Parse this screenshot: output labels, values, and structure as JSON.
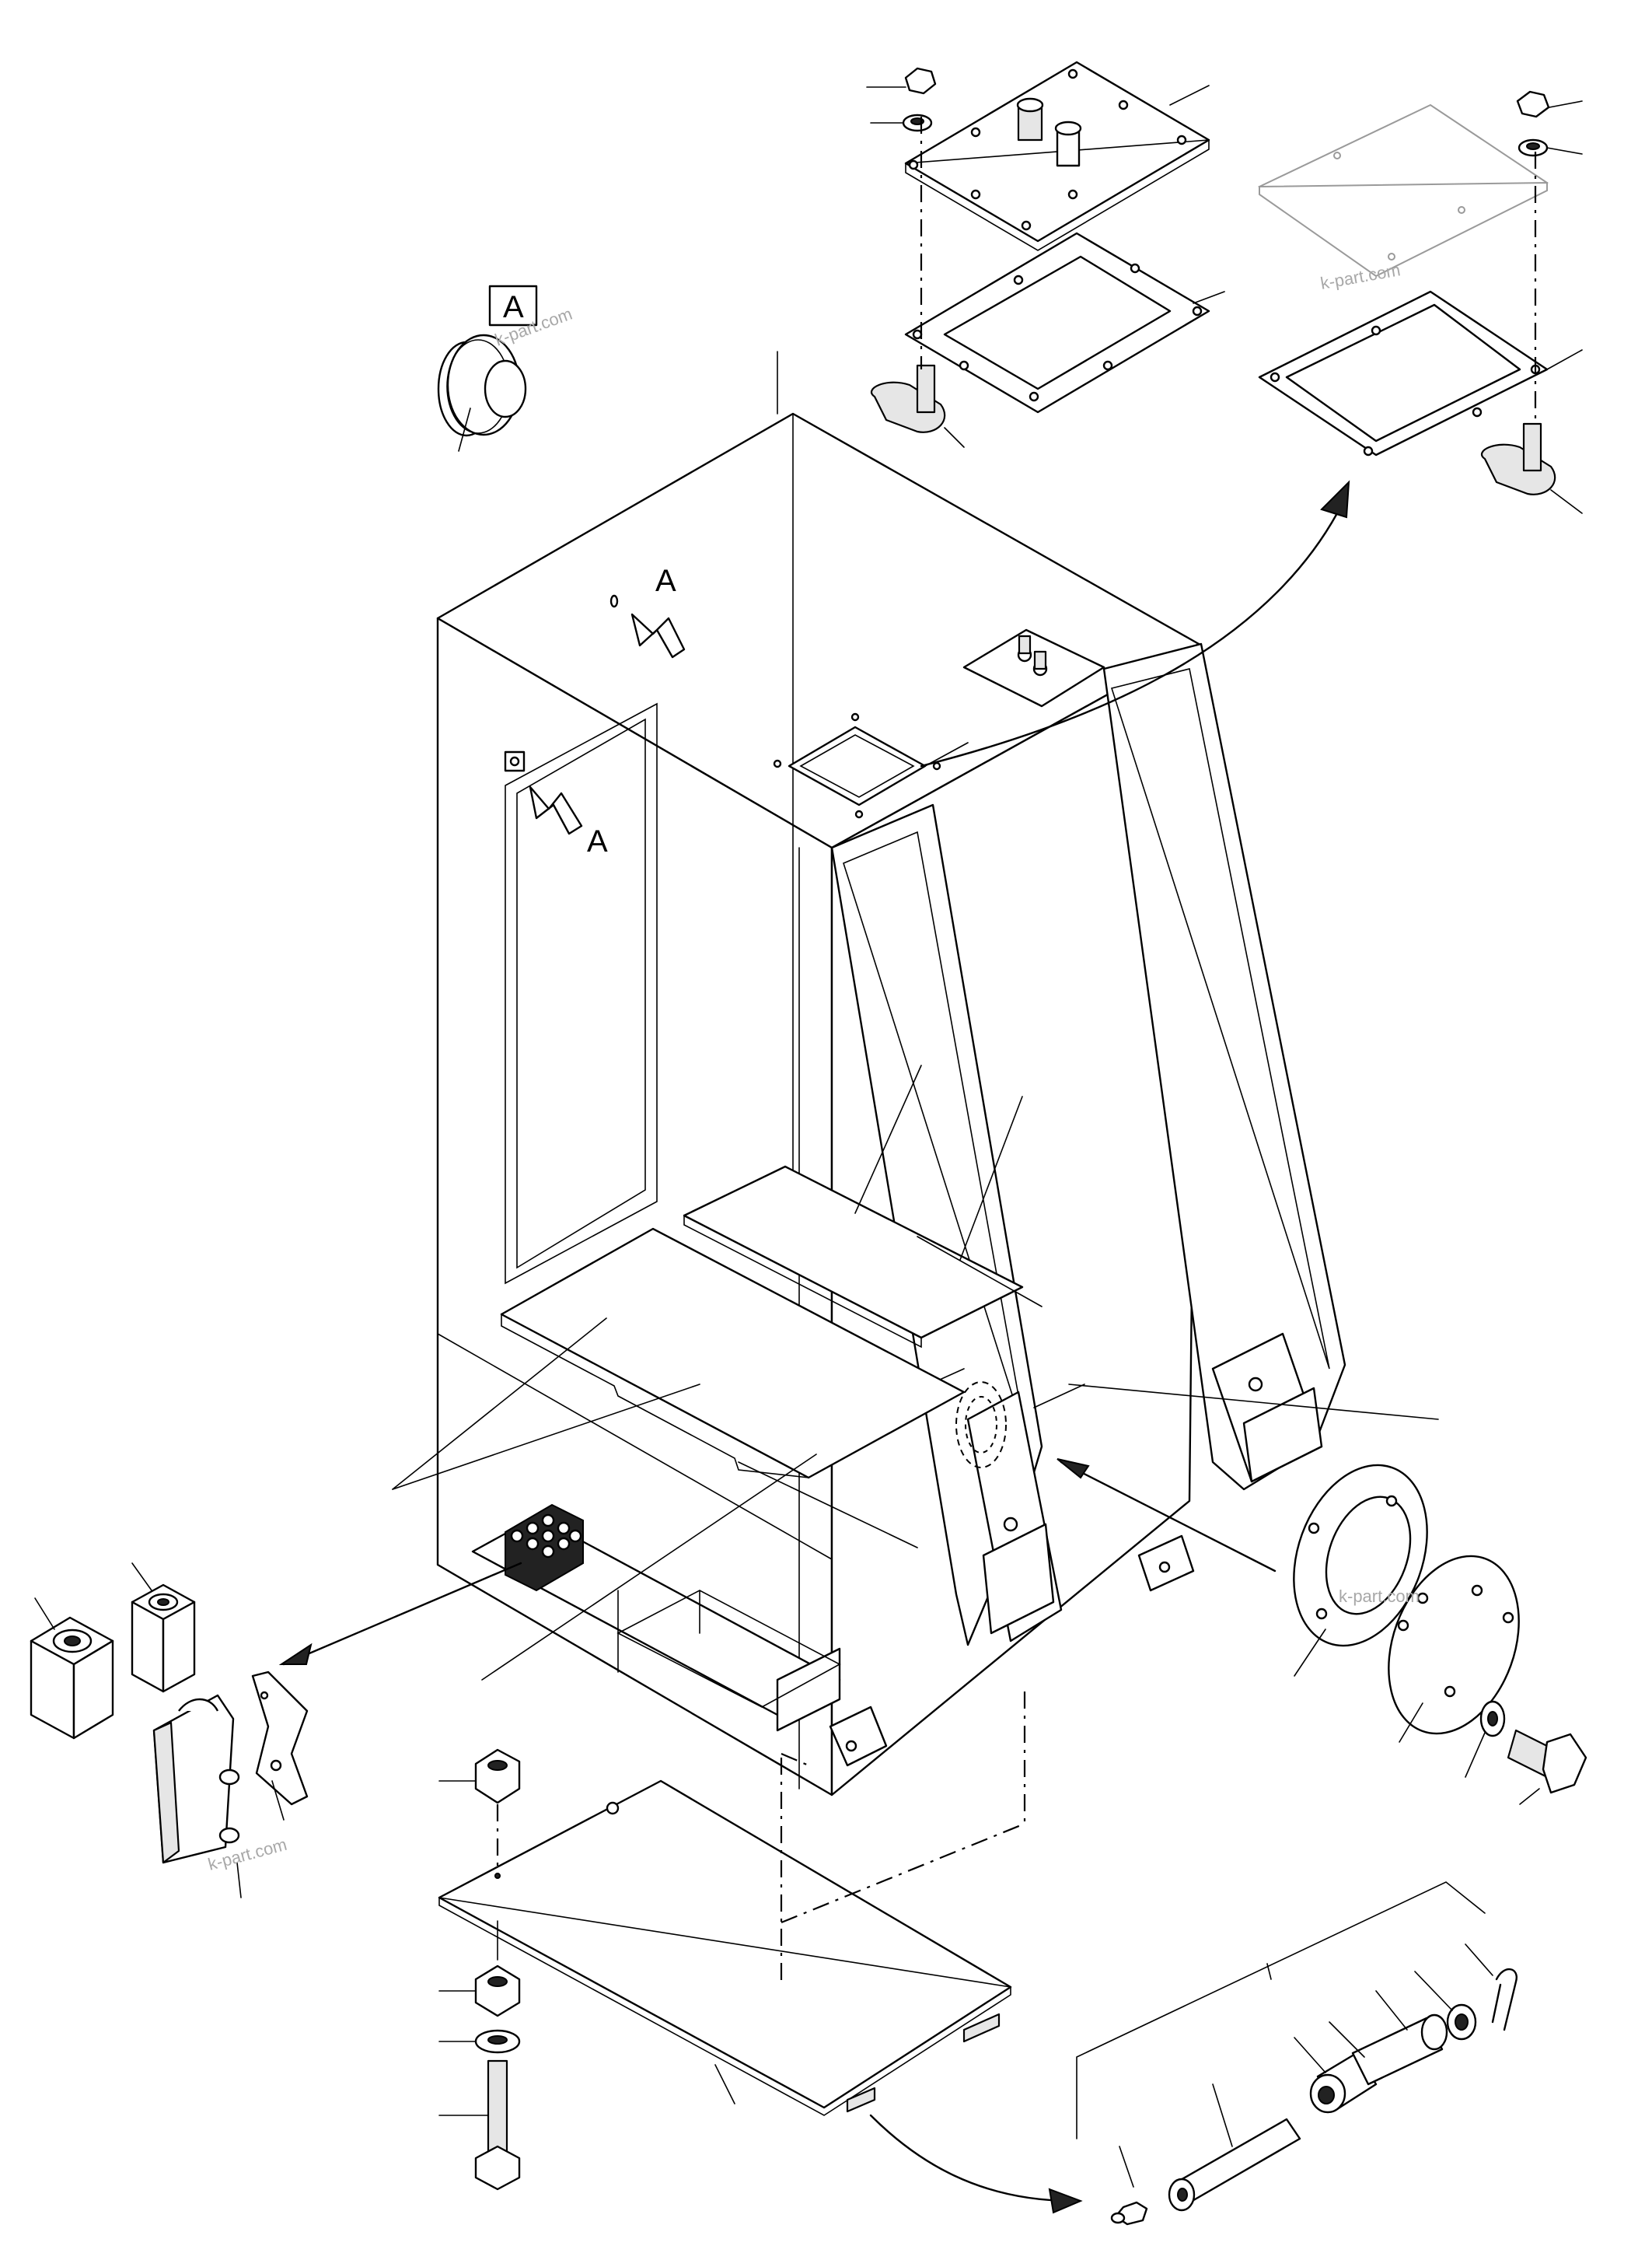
{
  "callouts": {
    "detail_box_letter": "A",
    "view_arrow_upper": "A",
    "view_arrow_lower": "A"
  },
  "watermarks": [
    "k-part.com",
    "k-part.com",
    "k-part.com",
    "k-part.com"
  ],
  "colors": {
    "line": "#000000",
    "background": "#ffffff",
    "watermark": "#a8a8a8"
  }
}
